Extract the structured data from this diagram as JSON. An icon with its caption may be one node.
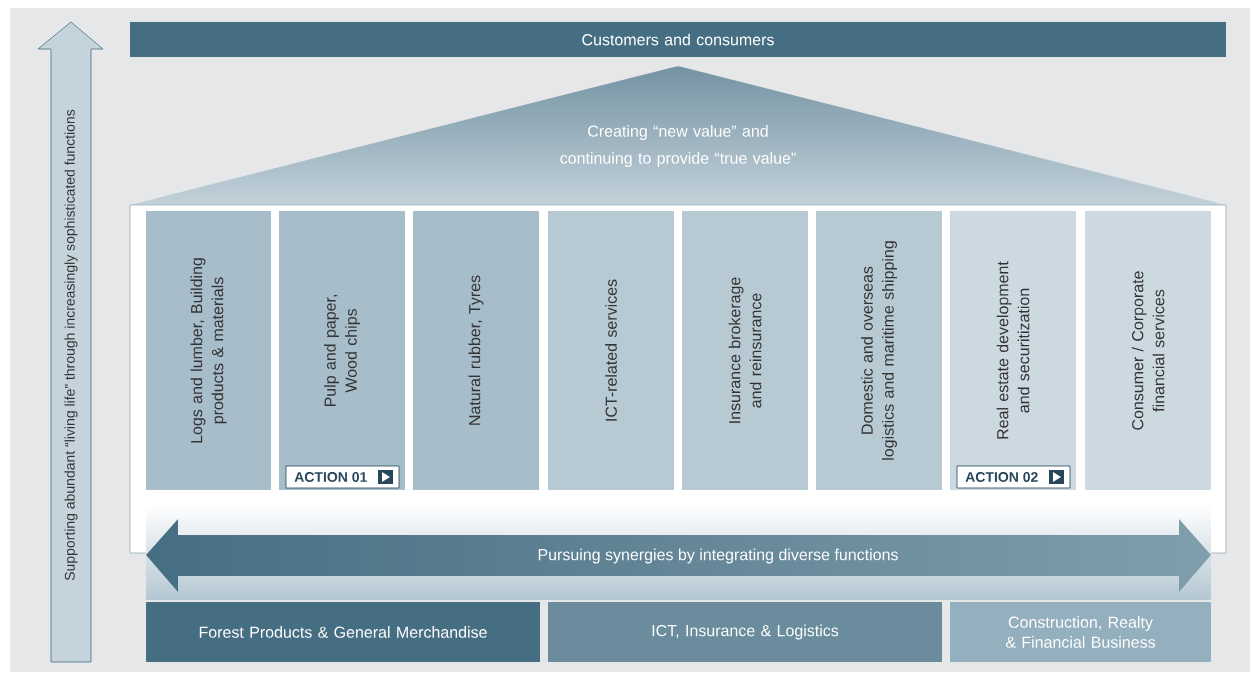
{
  "diagram": {
    "nodes": [
      {
        "text": [
          "Customers and consumers"
        ]
      },
      {
        "text": [
          "Creating “new value” and continuing to provide “true value”"
        ]
      },
      {
        "text": [],
        "shape": "box"
      },
      {
        "text": [
          "Logs and lumber, Building products & materials"
        ],
        "in": 2
      },
      {
        "text": [
          "Pulp and paper, Wood chips"
        ],
        "in": 2
      },
      {
        "text": [
          "ACTION 01"
        ],
        "in": 4
      },
      {
        "text": [
          "Natural rubber, Tyres"
        ],
        "in": 2
      },
      {
        "text": [
          "ICT-related services"
        ],
        "in": 2
      },
      {
        "text": [
          "Insurance brokerage and reinsurance"
        ],
        "in": 2
      },
      {
        "text": [
          "Domestic and overseas logistics and maritime shipping"
        ],
        "in": 2
      },
      {
        "text": [
          "Real estate development and securitization"
        ],
        "in": 2
      },
      {
        "text": [
          "ACTION 02"
        ],
        "in": 10
      },
      {
        "text": [
          "Consumer / Corporate financial services"
        ],
        "in": 2
      },
      {
        "text": [
          "Pursuing synergies by integrating diverse functions"
        ]
      },
      {
        "text": [
          "Forest Products & General Merchandise"
        ]
      },
      {
        "text": [
          "ICT, Insurance & Logistics"
        ]
      },
      {
        "text": [
          "Construction, Realty & Financial Business"
        ]
      },
      {
        "text": [
          "Supporting abundant “living life” through increasingly sophisticated functions"
        ]
      }
    ]
  }
}
